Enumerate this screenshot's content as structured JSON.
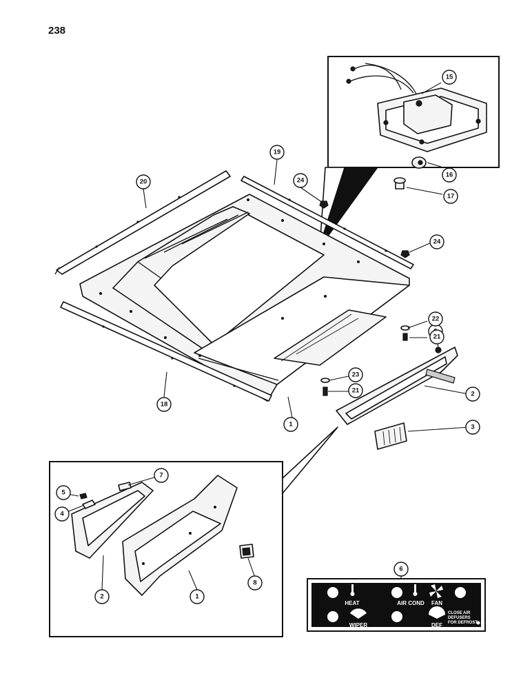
{
  "page": {
    "number": "238"
  },
  "callouts": [
    "1",
    "2",
    "3",
    "4",
    "5",
    "6",
    "7",
    "8",
    "9",
    "15",
    "16",
    "17",
    "18",
    "19",
    "20",
    "21",
    "22",
    "23",
    "24"
  ],
  "control_panel": {
    "labels": {
      "heat": "HEAT",
      "air_cond": "AIR COND",
      "fan": "FAN",
      "wiper": "WIPER",
      "def": "DEF",
      "close_1": "CLOSE AIR",
      "close_2": "DEFUSERS",
      "close_3": "FOR DEFROST"
    }
  }
}
